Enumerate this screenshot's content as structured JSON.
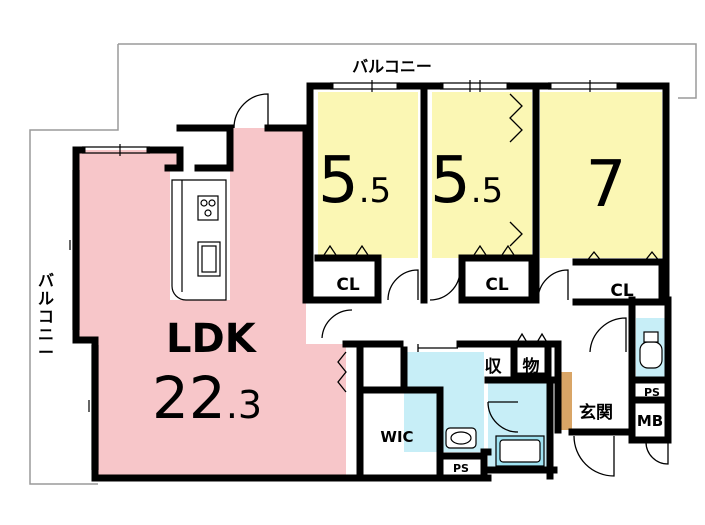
{
  "colors": {
    "wall": "#000000",
    "ldk": "#f7c6c9",
    "bedroom": "#fbf7b4",
    "wet": "#c7eef7",
    "floor": "#ffffff",
    "outline": "#9a9a9a",
    "genkan": "#d9a566"
  },
  "balcony_top": "バルコニー",
  "balcony_left": [
    "バ",
    "ル",
    "コ",
    "ニ",
    "ー"
  ],
  "rooms": {
    "ldk": {
      "name": "LDK",
      "size_main": "22",
      "size_dec": ".3"
    },
    "bed1": {
      "size_main": "5",
      "size_dec": ".5"
    },
    "bed2": {
      "size_main": "5",
      "size_dec": ".5"
    },
    "bed3": {
      "size_main": "7"
    }
  },
  "closets": [
    "CL",
    "CL",
    "CL"
  ],
  "labels": {
    "wic": "WIC",
    "ps1": "PS",
    "ps2": "PS",
    "mb": "MB",
    "genkan": "玄関",
    "shu": "収",
    "butsu": "物"
  }
}
